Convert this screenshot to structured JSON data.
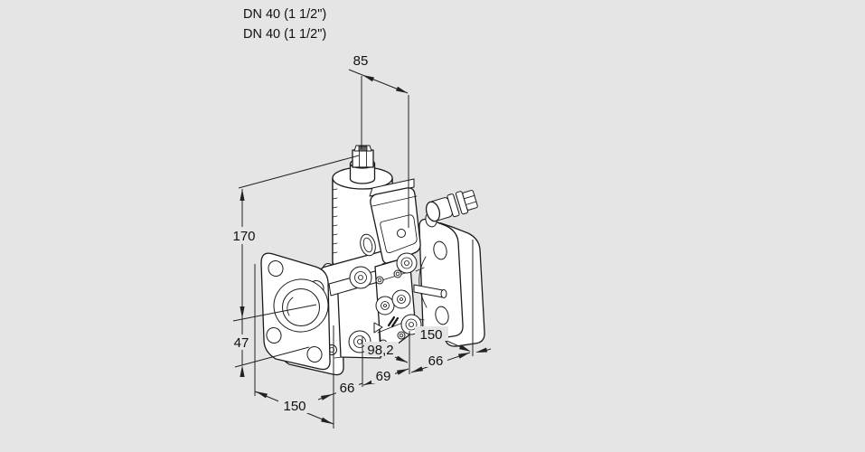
{
  "canvas": {
    "background": "#e5e5e5",
    "part_fill": "#ffffff",
    "line_color": "#1a1a1a",
    "dimension_color": "#222222",
    "text_color": "#111111"
  },
  "product_labels": {
    "line1": "DN 40 (1 1/2\")",
    "line2": "DN 40 (1 1/2\")"
  },
  "dimensions": {
    "top_width": "85",
    "height_above_axis": "170",
    "height_below_axis": "47",
    "flange_width_bottom": "150",
    "offset_bottom": "66",
    "body_length": "69",
    "depth": "98,2",
    "flange_width_right": "150",
    "offset_right": "66"
  }
}
